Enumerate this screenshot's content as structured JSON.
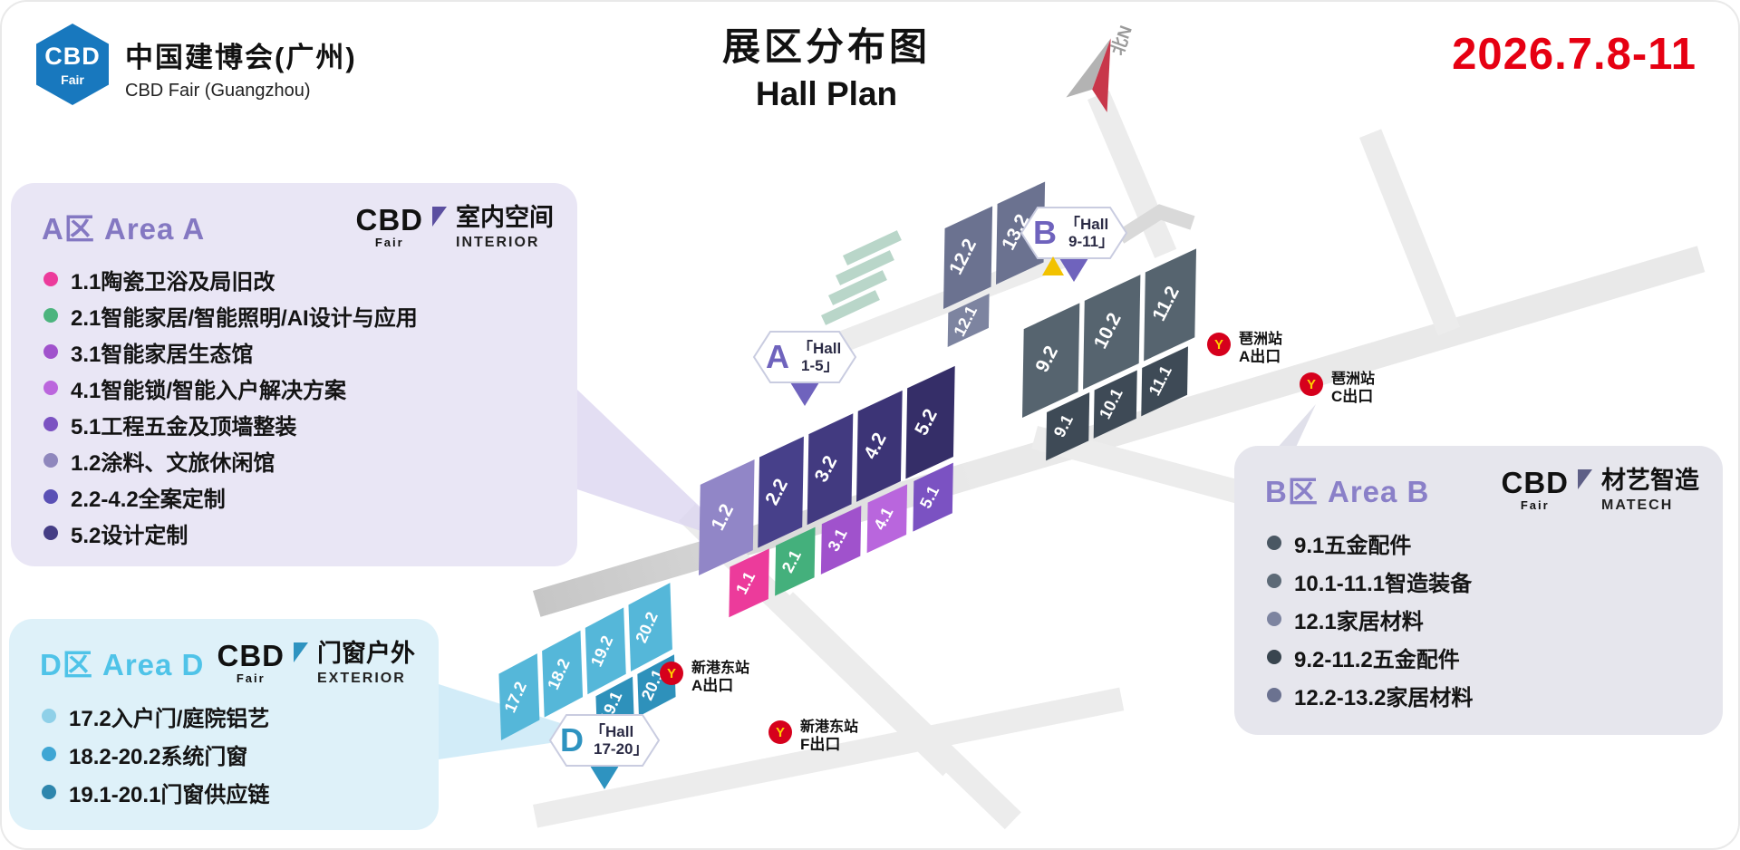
{
  "header": {
    "brand": "CBD",
    "brand_sub": "Fair",
    "org_cn": "中国建博会(广州)",
    "org_en": "CBD Fair (Guangzhou)",
    "title_cn": "展区分布图",
    "title_en": "Hall Plan",
    "date": "2026.7.8-11",
    "north": "北N"
  },
  "panels": {
    "a": {
      "title": "A区 Area A",
      "cat_cn": "室内空间",
      "cat_en": "INTERIOR",
      "items": [
        {
          "color": "#ec3b9b",
          "label": "1.1陶瓷卫浴及局旧改"
        },
        {
          "color": "#4cb47e",
          "label": "2.1智能家居/智能照明/AI设计与应用"
        },
        {
          "color": "#a052cc",
          "label": "3.1智能家居生态馆"
        },
        {
          "color": "#bb66dd",
          "label": "4.1智能锁/智能入户解决方案"
        },
        {
          "color": "#7b52c2",
          "label": "5.1工程五金及顶墙整装"
        },
        {
          "color": "#8f87bd",
          "label": "1.2涂料、文旅休闲馆"
        },
        {
          "color": "#5a50b5",
          "label": "2.2-4.2全案定制"
        },
        {
          "color": "#453d85",
          "label": "5.2设计定制"
        }
      ]
    },
    "d": {
      "title": "D区 Area D",
      "cat_cn": "门窗户外",
      "cat_en": "EXTERIOR",
      "items": [
        {
          "color": "#8fd0e8",
          "label": "17.2入户门/庭院铝艺"
        },
        {
          "color": "#3fa6d4",
          "label": "18.2-20.2系统门窗"
        },
        {
          "color": "#2e86ad",
          "label": "19.1-20.1门窗供应链"
        }
      ]
    },
    "b": {
      "title": "B区 Area B",
      "cat_cn": "材艺智造",
      "cat_en": "MATECH",
      "items": [
        {
          "color": "#4a5763",
          "label": "9.1五金配件"
        },
        {
          "color": "#5d6a77",
          "label": "10.1-11.1智造装备"
        },
        {
          "color": "#7d84a0",
          "label": "12.1家居材料"
        },
        {
          "color": "#39454f",
          "label": "9.2-11.2五金配件"
        },
        {
          "color": "#6b7290",
          "label": "12.2-13.2家居材料"
        }
      ]
    }
  },
  "map": {
    "markers": [
      {
        "letter": "A",
        "line1": "「Hall",
        "line2": "1-5」",
        "color": "#6f63bd"
      },
      {
        "letter": "B",
        "line1": "「Hall",
        "line2": "9-11」",
        "color": "#6f63bd"
      },
      {
        "letter": "D",
        "line1": "「Hall",
        "line2": "17-20」",
        "color": "#2e93c0"
      }
    ],
    "metro": [
      {
        "station": "琶洲站",
        "exit": "A出口"
      },
      {
        "station": "琶洲站",
        "exit": "C出口"
      },
      {
        "station": "新港东站",
        "exit": "A出口"
      },
      {
        "station": "新港东站",
        "exit": "F出口"
      }
    ],
    "metro_glyph": "Y",
    "halls": {
      "a2": [
        {
          "label": "1.2",
          "color": "#9186c7"
        },
        {
          "label": "2.2",
          "color": "#47408a"
        },
        {
          "label": "3.2",
          "color": "#423a80"
        },
        {
          "label": "4.2",
          "color": "#3c3476"
        },
        {
          "label": "5.2",
          "color": "#352e68"
        }
      ],
      "a1": [
        {
          "label": "1.1",
          "color": "#ec3b9b"
        },
        {
          "label": "2.1",
          "color": "#44b07c"
        },
        {
          "label": "3.1",
          "color": "#a052cc"
        },
        {
          "label": "4.1",
          "color": "#b966dd"
        },
        {
          "label": "5.1",
          "color": "#7b52c2"
        }
      ],
      "b2": [
        {
          "label": "9.2",
          "color": "#56646f"
        },
        {
          "label": "10.2",
          "color": "#56646f"
        },
        {
          "label": "11.2",
          "color": "#56646f"
        }
      ],
      "b1": [
        {
          "label": "9.1",
          "color": "#3e4a56"
        },
        {
          "label": "10.1",
          "color": "#3e4a56"
        },
        {
          "label": "11.1",
          "color": "#3e4a56"
        }
      ],
      "b12": [
        {
          "label": "12.2",
          "color": "#6b7290"
        },
        {
          "label": "13.2",
          "color": "#6b7290"
        },
        {
          "label": "12.1",
          "color": "#7d84a0"
        }
      ],
      "d2": [
        {
          "label": "17.2",
          "color": "#55b7d9"
        },
        {
          "label": "18.2",
          "color": "#55b7d9"
        },
        {
          "label": "19.2",
          "color": "#55b7d9"
        },
        {
          "label": "20.2",
          "color": "#55b7d9"
        }
      ],
      "d1": [
        {
          "label": "19.1",
          "color": "#2e91bb"
        },
        {
          "label": "20.1",
          "color": "#2e91bb"
        }
      ]
    }
  }
}
